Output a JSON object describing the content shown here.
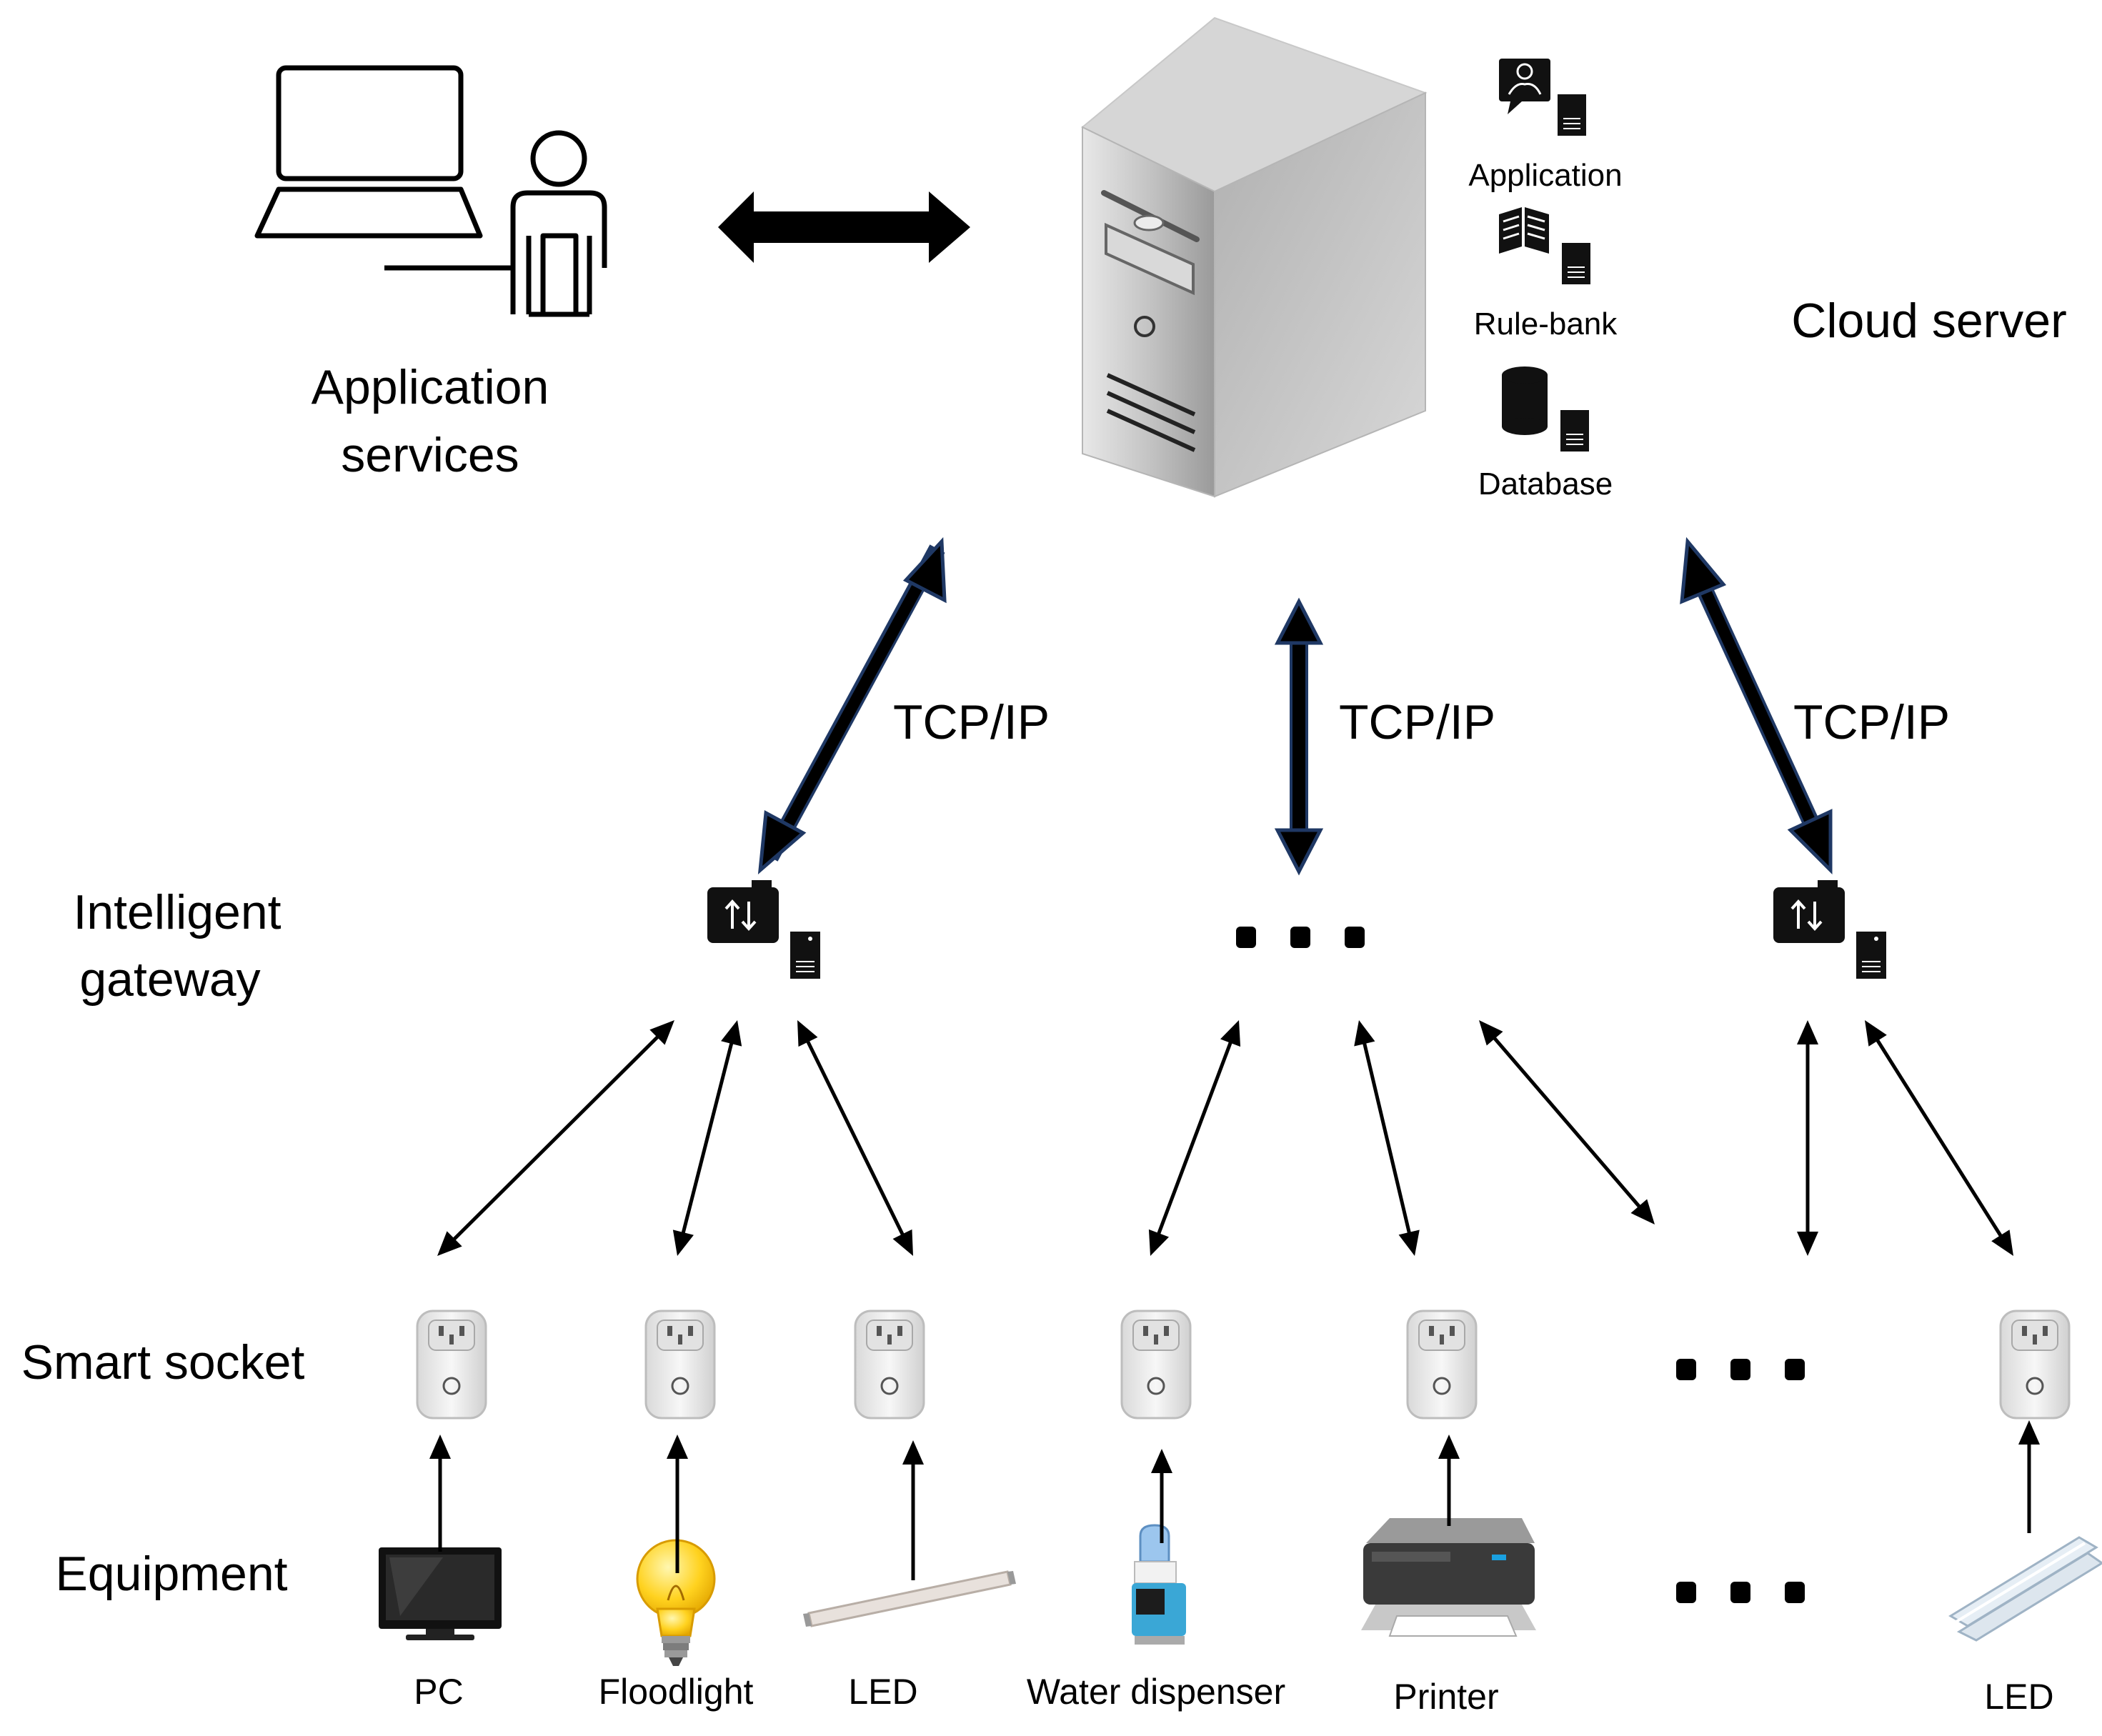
{
  "labels": {
    "application_services": [
      "Application",
      "services"
    ],
    "cloud_server": "Cloud server",
    "intelligent_gateway": [
      "Intelligent",
      "gateway"
    ],
    "smart_socket": "Smart socket",
    "equipment": "Equipment"
  },
  "server_modules": [
    "Application",
    "Rule-bank",
    "Database"
  ],
  "links": {
    "tcp_ip": [
      "TCP/IP",
      "TCP/IP",
      "TCP/IP"
    ]
  },
  "devices": [
    "PC",
    "Floodlight",
    "LED",
    "Water dispenser",
    "Printer",
    "LED"
  ],
  "icons": {
    "user": "laptop-user-icon",
    "server": "server-tower-icon",
    "gateway": "gateway-icon",
    "socket": "smart-socket-icon",
    "modules": [
      "application-module-icon",
      "rule-bank-module-icon",
      "database-module-icon"
    ],
    "devices": [
      "tv-icon",
      "light-bulb-icon",
      "led-tube-icon",
      "water-dispenser-icon",
      "printer-icon",
      "led-fixture-icon"
    ]
  },
  "colors": {
    "link_outline": "#1f3864",
    "arrow": "#000000",
    "server_body": "#bdbdbd",
    "socket_body": "#eeeeee",
    "bulb": "#ffd21f"
  }
}
